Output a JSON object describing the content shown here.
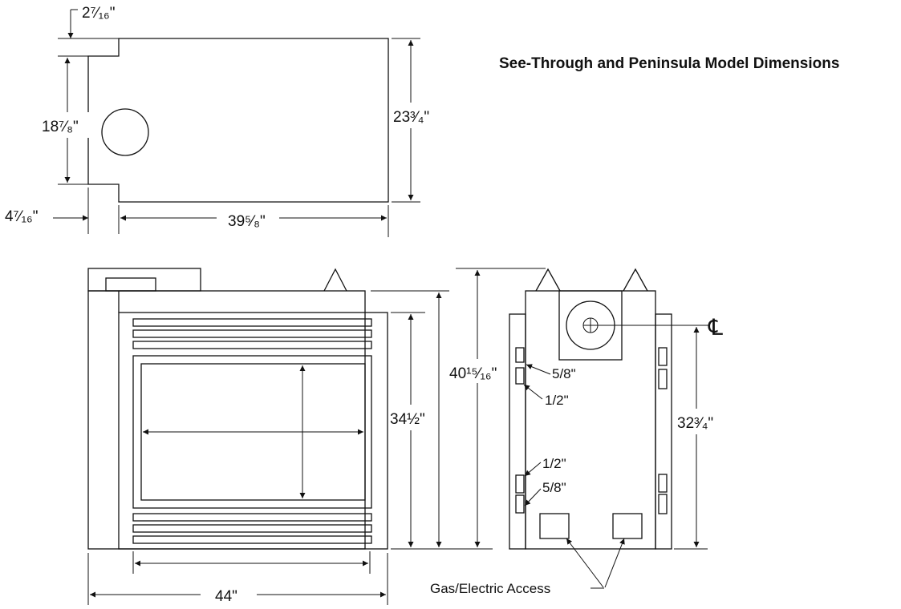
{
  "title": "See-Through and Peninsula Model Dimensions",
  "top_view": {
    "dim_offset_top": "2⁷⁄₁₆\"",
    "dim_height_left": "18⁷⁄₈\"",
    "dim_height_right": "23³⁄₄\"",
    "dim_offset_bottom": "4⁷⁄₁₆\"",
    "dim_width": "39⁵⁄₈\""
  },
  "front_view": {
    "dim_width": "44\"",
    "dim_height_box": "34½\"",
    "dim_height_total": "40¹⁵⁄₁₆\""
  },
  "side_view": {
    "dim_height": "32³⁄₄\"",
    "centerline_symbol": "℄",
    "label_58_upper": "5/8\"",
    "label_12_upper": "1/2\"",
    "label_12_lower": "1/2\"",
    "label_58_lower": "5/8\"",
    "access_label": "Gas/Electric Access"
  }
}
